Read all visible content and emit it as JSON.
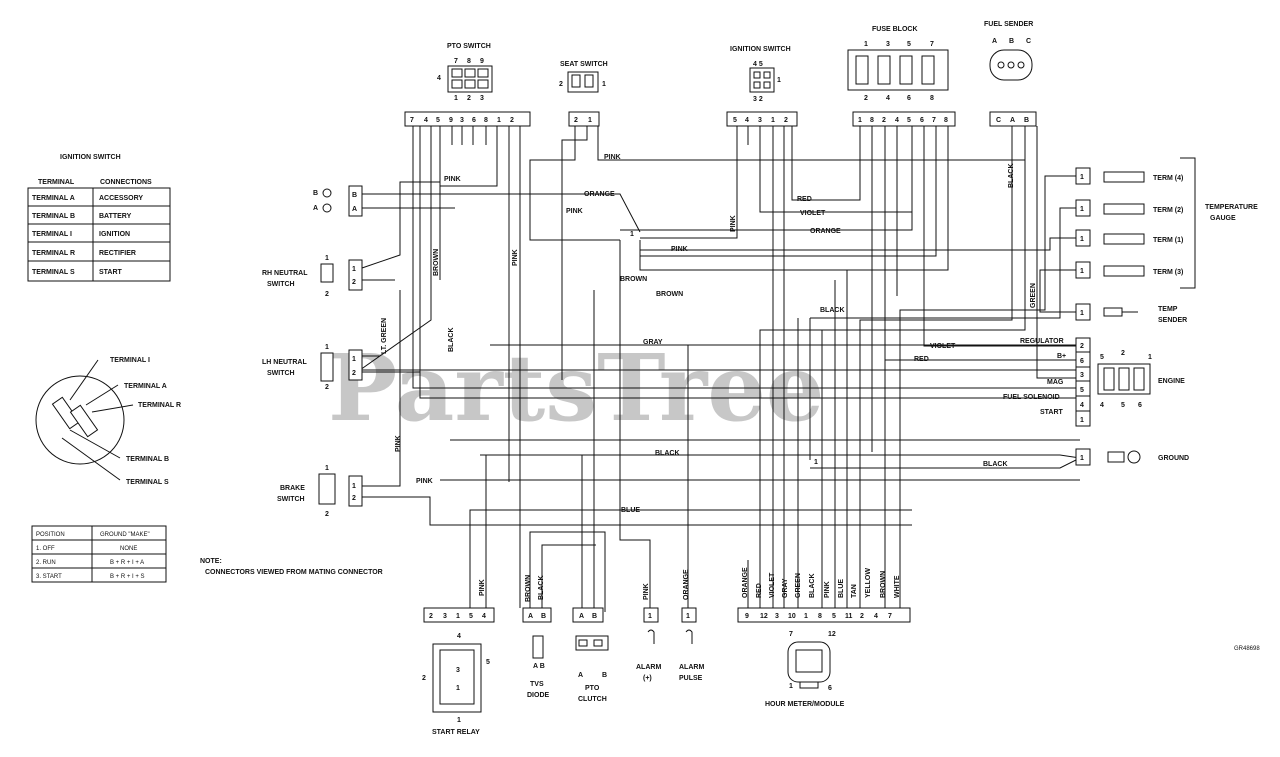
{
  "watermark": "PartsTree",
  "figure_code": "GR48698",
  "note": {
    "line1": "NOTE:",
    "line2": "CONNECTORS VIEWED FROM MATING CONNECTOR"
  },
  "ignition_table": {
    "title": "IGNITION SWITCH",
    "headers": [
      "TERMINAL",
      "CONNECTIONS"
    ],
    "rows": [
      [
        "TERMINAL A",
        "ACCESSORY"
      ],
      [
        "TERMINAL B",
        "BATTERY"
      ],
      [
        "TERMINAL I",
        "IGNITION"
      ],
      [
        "TERMINAL R",
        "RECTIFIER"
      ],
      [
        "TERMINAL S",
        "START"
      ]
    ]
  },
  "position_table": {
    "headers": [
      "POSITION",
      "GROUND \"MAKE\""
    ],
    "rows": [
      [
        "1. OFF",
        "NONE"
      ],
      [
        "2. RUN",
        "B + R + I + A"
      ],
      [
        "3. START",
        "B + R + I + S"
      ]
    ]
  },
  "switch_labels": {
    "t_i": "TERMINAL I",
    "t_a": "TERMINAL A",
    "t_r": "TERMINAL R",
    "t_b": "TERMINAL B",
    "t_s": "TERMINAL S"
  },
  "components": {
    "pto_switch": "PTO SWITCH",
    "seat_switch": "SEAT SWITCH",
    "ignition_switch": "IGNITION SWITCH",
    "fuse_block": "FUSE BLOCK",
    "fuel_sender": "FUEL SENDER",
    "rh_neutral": [
      "RH NEUTRAL",
      "SWITCH"
    ],
    "lh_neutral": [
      "LH NEUTRAL",
      "SWITCH"
    ],
    "brake": [
      "BRAKE",
      "SWITCH"
    ],
    "temp_gauge": [
      "TEMPERATURE",
      "GAUGE"
    ],
    "temp_sender": [
      "TEMP",
      "SENDER"
    ],
    "engine": "ENGINE",
    "ground": "GROUND",
    "start_relay": "START RELAY",
    "tvs": [
      "TVS",
      "DIODE"
    ],
    "pto_clutch": [
      "PTO",
      "CLUTCH"
    ],
    "alarm_plus": [
      "ALARM",
      "(+)"
    ],
    "alarm_pulse": [
      "ALARM",
      "PULSE"
    ],
    "hour_meter": "HOUR METER/MODULE"
  },
  "term_labels": [
    "TERM (4)",
    "TERM (2)",
    "TERM (1)",
    "TERM (3)"
  ],
  "engine_pins": [
    "REGULATOR",
    "B+",
    "MAG",
    "FUEL SOLENOID",
    "START"
  ],
  "wire_labels": {
    "pink": "PINK",
    "orange": "ORANGE",
    "brown": "BROWN",
    "red": "RED",
    "violet": "VIOLET",
    "black": "BLACK",
    "gray": "GRAY",
    "blue": "BLUE",
    "green": "GREEN",
    "lt_green": "LT. GREEN",
    "yellow": "YELLOW",
    "tan": "TAN",
    "white": "WHITE"
  },
  "pins": {
    "pto_header": [
      "7",
      "4",
      "5",
      "9",
      "3",
      "6",
      "8",
      "1",
      "2"
    ],
    "pto_top": [
      "7",
      "8",
      "9"
    ],
    "pto_bottom": [
      "1",
      "2",
      "3"
    ],
    "pto_side": "4",
    "seat_header": [
      "2",
      "1"
    ],
    "seat_side": [
      "2",
      "1"
    ],
    "ign_header": [
      "5",
      "4",
      "3",
      "1",
      "2"
    ],
    "ign_top": "4 5",
    "ign_bottom": "3 2",
    "ign_side": "1",
    "fuse_header": [
      "1",
      "8",
      "2",
      "4",
      "5",
      "6",
      "7",
      "8"
    ],
    "fuse_top": [
      "1",
      "3",
      "5",
      "7"
    ],
    "fuse_bottom": [
      "2",
      "4",
      "6",
      "8"
    ],
    "fuel_header": [
      "C",
      "A",
      "B"
    ],
    "fuel_top": [
      "A",
      "B",
      "C"
    ],
    "ba_conn": [
      "B",
      "A"
    ],
    "ba_side": [
      "B",
      "A"
    ],
    "two_pin": [
      "1",
      "2"
    ],
    "term_pins": [
      "1",
      "1",
      "1",
      "1"
    ],
    "temp_sender_pin": "1",
    "engine_header": [
      "2",
      "6",
      "3",
      "5",
      "4",
      "1"
    ],
    "engine_top": [
      "5",
      "2",
      "1"
    ],
    "engine_bottom": [
      "4",
      "5",
      "6"
    ],
    "ground_pin": "1",
    "ground_node": "1",
    "node": "1",
    "relay_header": [
      "2",
      "3",
      "1",
      "5",
      "4"
    ],
    "relay_side": [
      "4",
      "5",
      "2",
      "1"
    ],
    "relay_inner": [
      "3",
      "1"
    ],
    "tvs_header": [
      "A",
      "B"
    ],
    "tvs_under": "A B",
    "pto_clutch_header": [
      "A",
      "B"
    ],
    "pto_clutch_under": [
      "A",
      "B"
    ],
    "alarm_plus_header": "1",
    "alarm_pulse_header": "1",
    "hour_header": [
      "9",
      "12",
      "3",
      "10",
      "1",
      "8",
      "5",
      "11",
      "2",
      "4",
      "7"
    ],
    "hour_side": [
      "7",
      "12",
      "1",
      "6"
    ]
  },
  "hour_wires": [
    "ORANGE",
    "RED",
    "VIOLET",
    "GRAY",
    "GREEN",
    "BLACK",
    "PINK",
    "BLUE",
    "TAN",
    "YELLOW",
    "BROWN",
    "WHITE"
  ]
}
